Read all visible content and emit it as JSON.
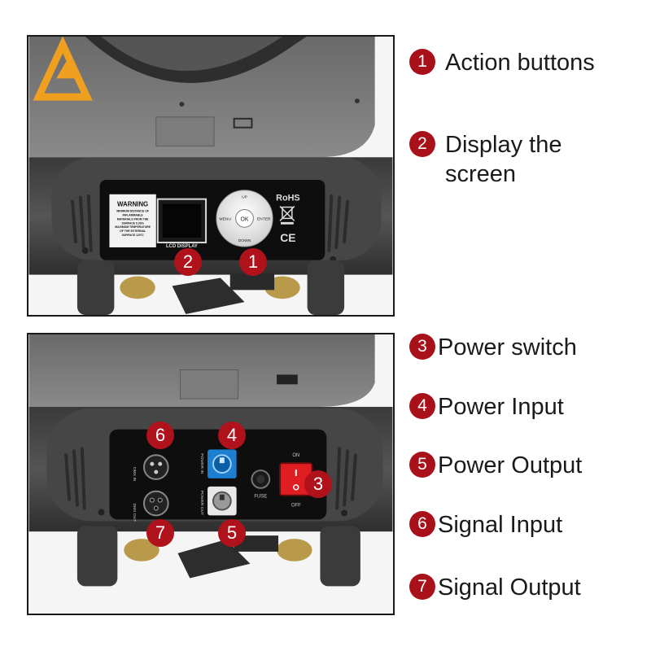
{
  "legend": [
    {
      "number": "1",
      "label": "Action buttons"
    },
    {
      "number": "2",
      "label": "Display the\nscreen"
    },
    {
      "number": "3",
      "label": "Power switch"
    },
    {
      "number": "4",
      "label": "Power Input"
    },
    {
      "number": "5",
      "label": "Power Output"
    },
    {
      "number": "6",
      "label": "Signal Input"
    },
    {
      "number": "7",
      "label": "Signal Output"
    }
  ],
  "top_panel": {
    "warning_title": "WARNING",
    "warning_lines": [
      "MINIMUM DISTANCE OF",
      "INFLAMMABLE",
      "MATERIALS FROM THE",
      "SURFACE 0.30m",
      "MAXIMUM TEMPERATURE",
      "OF THE EXTERNAL",
      "SURFACE 120°C"
    ],
    "display_caption": "LCD DISPLAY",
    "buttons": {
      "up": "UP",
      "down": "DOWN",
      "menu": "MENU",
      "enter": "ENTER",
      "ok": "OK"
    },
    "rohs": "RoHS",
    "ce": "CE",
    "callouts": [
      "2",
      "1"
    ]
  },
  "bottom_panel": {
    "dmx_in": "DMX IN",
    "dmx_out": "DMX OUT",
    "power_in": "POWER IN",
    "power_out": "POWER OUT",
    "fuse": "FUSE",
    "on": "ON",
    "off": "OFF",
    "callouts": [
      "6",
      "4",
      "3",
      "7",
      "5"
    ]
  },
  "colors": {
    "badge": "#a8101a",
    "housing": "#4a4a4a",
    "power_in_connector": "#1d7fd0",
    "switch": "#e01e22"
  }
}
